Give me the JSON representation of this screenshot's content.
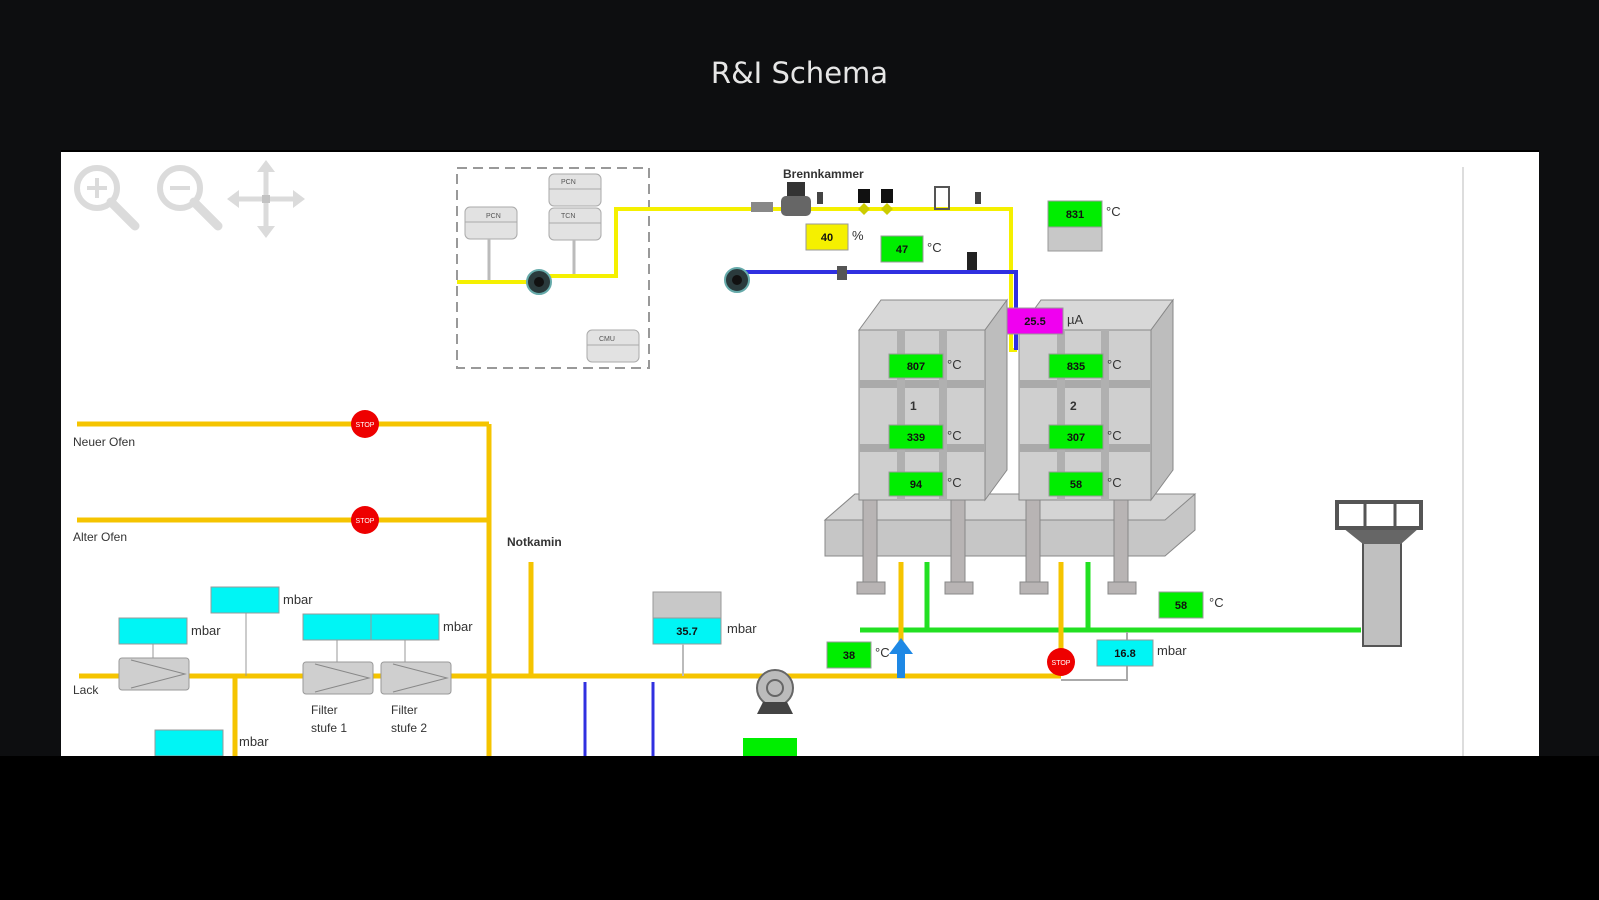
{
  "header": {
    "title": "R&I Schema"
  },
  "toolbar": {
    "zoom_in": "zoom-in",
    "zoom_out": "zoom-out",
    "pan": "pan"
  },
  "colors": {
    "exhaust_pipe": "#f5c400",
    "fuel_pipe": "#f5f000",
    "gas_pipe": "#3030e0",
    "cooling_pipe": "#22e022",
    "temp_display": "#00ee00",
    "pressure_display": "#00f5f5",
    "percent_display": "#f5f000",
    "current_display": "#f000f0",
    "stop_valve": "#ee0000"
  },
  "labels": {
    "neuer_ofen": "Neuer Ofen",
    "alter_ofen": "Alter Ofen",
    "notkamin": "Notkamin",
    "lack": "Lack",
    "filter1_a": "Filter",
    "filter1_b": "stufe 1",
    "filter2_a": "Filter",
    "filter2_b": "stufe 2",
    "brennkammer": "Brennkammer",
    "kiln1": "1",
    "kiln2": "2",
    "stop": "STOP"
  },
  "units": {
    "celsius": "°C",
    "percent": "%",
    "microamp": "µA",
    "mbar": "mbar"
  },
  "readings": {
    "burner_valve_percent": "40",
    "burner_temp": "47",
    "combustion_temp": "831",
    "flame_current": "25.5",
    "kiln1_top": "807",
    "kiln1_mid": "339",
    "kiln1_bot": "94",
    "kiln2_top": "835",
    "kiln2_mid": "307",
    "kiln2_bot": "58",
    "duct_pressure": "35.7",
    "exhaust_temp": "38",
    "cooling_temp": "58",
    "exhaust_pressure": "16.8",
    "lack_pressure": "",
    "filter_pressure_top": "",
    "filter1_pressure": "",
    "filter2_pressure": ""
  },
  "ib": {
    "panel_left": "PCN",
    "panel_top1": "PCN",
    "panel_top2": "TCN",
    "panel_bottom": "CMU"
  }
}
